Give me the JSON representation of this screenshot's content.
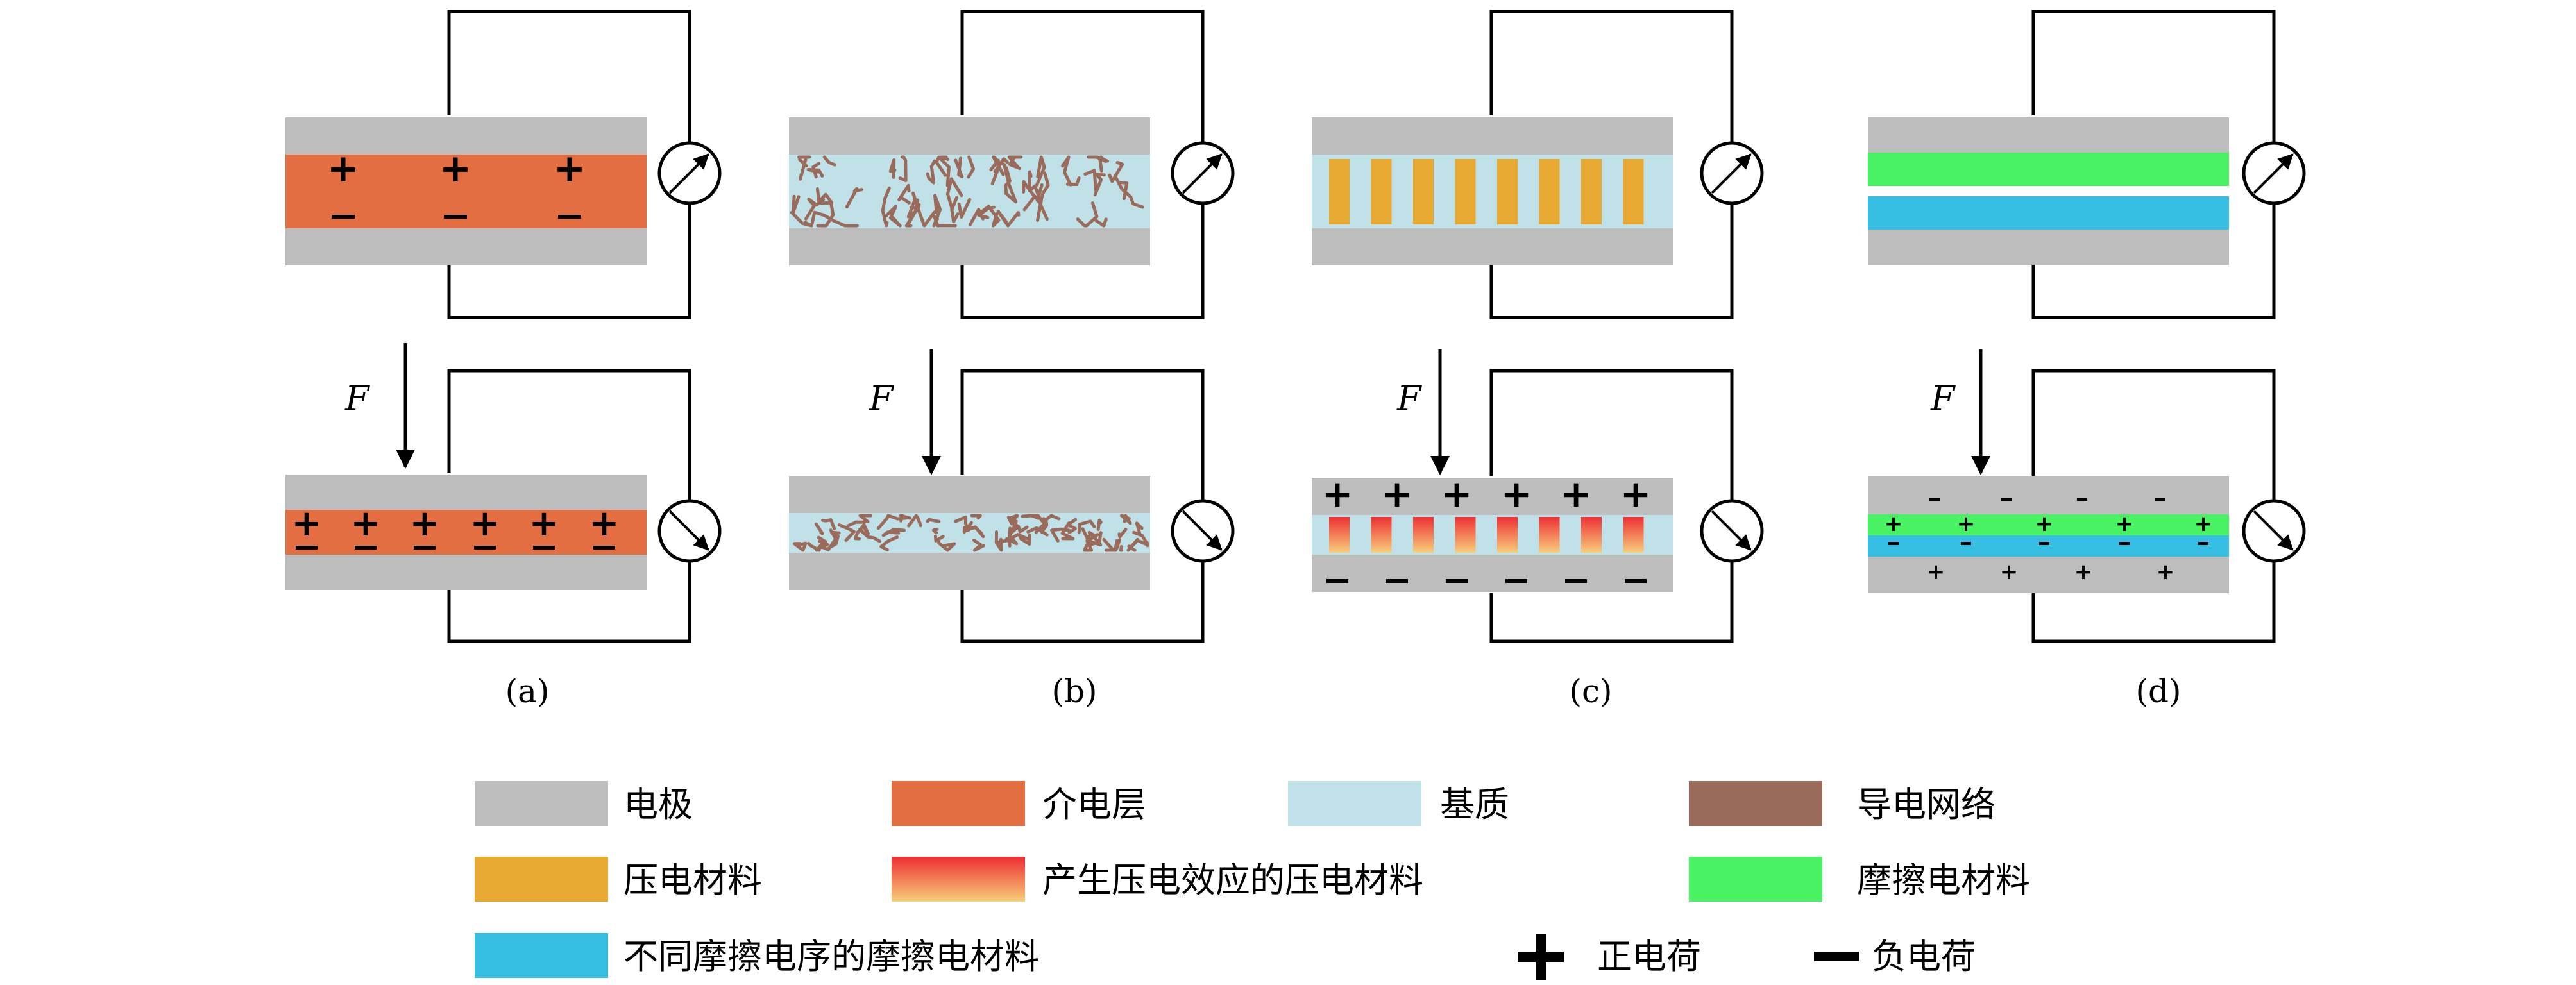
{
  "panels": [
    {
      "label": "(a)"
    },
    {
      "label": "(b)"
    },
    {
      "label": "(c)"
    },
    {
      "label": "(d)"
    }
  ],
  "force_label": "F",
  "signs": {
    "plus": "+",
    "minus": "−",
    "minus_small": "-"
  },
  "legend": {
    "electrode": "电极",
    "dielectric": "介电层",
    "matrix": "基质",
    "conductive_network": "导电网络",
    "piezo_material": "压电材料",
    "piezo_active": "产生压电效应的压电材料",
    "tribo_material": "摩擦电材料",
    "tribo_other": "不同摩擦电序的摩擦电材料",
    "positive_charge": "正电荷",
    "negative_charge": "负电荷"
  },
  "colors": {
    "electrode": "#bdbdbd",
    "dielectric": "#e36e42",
    "matrix": "#bfe1e7",
    "conductive_network": "#9a6b5b",
    "piezo_material": "#e8a932",
    "piezo_active_top": "#ee2f33",
    "piezo_active_bottom": "#f7cf7c",
    "tribo_material": "#48f263",
    "tribo_other": "#36bfe3"
  }
}
